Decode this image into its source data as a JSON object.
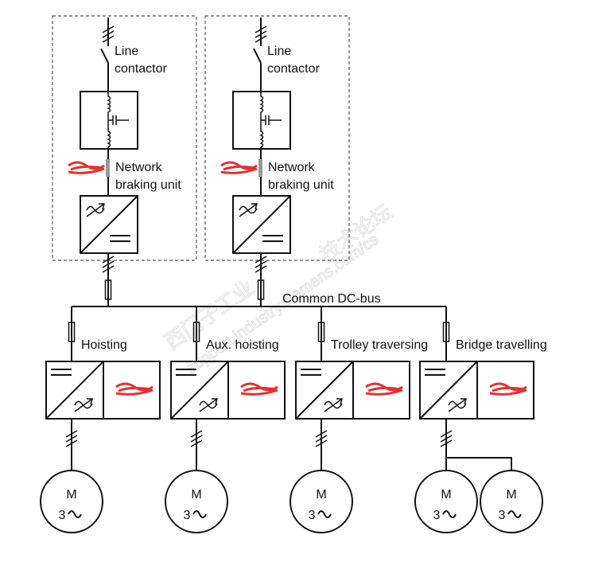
{
  "infeeds": [
    {
      "contactor_label": [
        "Line",
        "contactor"
      ],
      "braking_label": [
        "Network",
        "braking unit"
      ]
    },
    {
      "contactor_label": [
        "Line",
        "contactor"
      ],
      "braking_label": [
        "Network",
        "braking unit"
      ]
    }
  ],
  "bus_label": "Common DC-bus",
  "drives": [
    {
      "label": "Hoisting",
      "motors": 1
    },
    {
      "label": "Aux. hoisting",
      "motors": 1
    },
    {
      "label": "Trolley traversing",
      "motors": 1
    },
    {
      "label": "Bridge travelling",
      "motors": 2
    }
  ],
  "motor": {
    "letter": "M",
    "phases": "3",
    "ac_symbol": "~"
  },
  "watermark": [
    "西门子工业",
    "support.industry.siemens.com/cs",
    "技术论坛"
  ],
  "colors": {
    "line": "#111111",
    "redaction": "#e53030"
  }
}
